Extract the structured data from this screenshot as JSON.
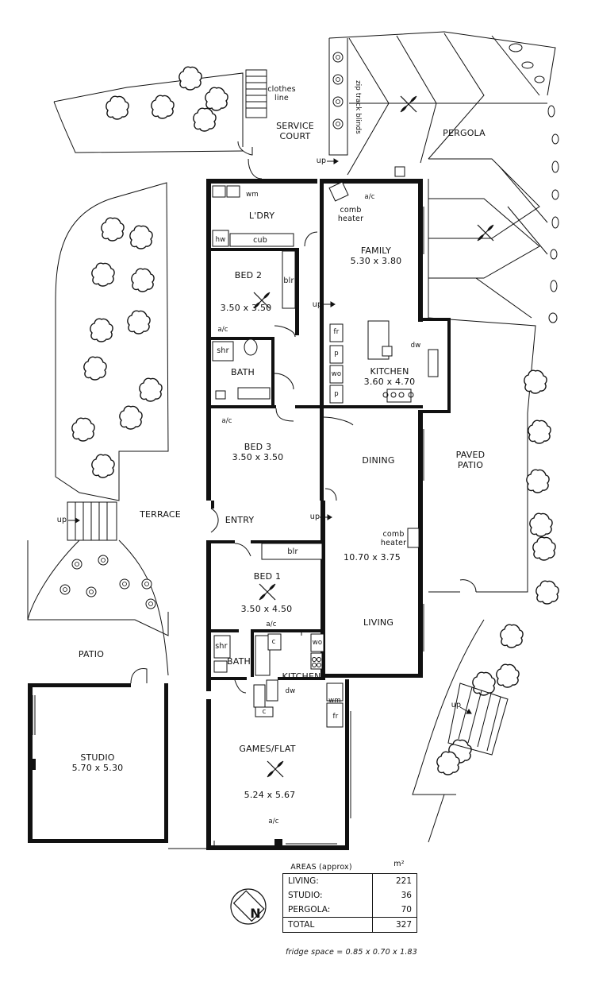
{
  "labels": {
    "clothes_line": [
      "clothes",
      "line"
    ],
    "service_court": [
      "SERVICE",
      "COURT"
    ],
    "zip_track_blinds": "zip track blinds",
    "pergola": "PERGOLA",
    "up": "up",
    "wm": "wm",
    "ac": "a/c",
    "comb_heater": [
      "comb",
      "heater"
    ],
    "laundry": "L'DRY",
    "hw": "hw",
    "cub": "cub",
    "family": "FAMILY",
    "family_dims": "5.30 x 3.80",
    "bed2": "BED 2",
    "bed2_dims": "3.50 x 3.50",
    "blr": "blr",
    "fr": "fr",
    "p": "p",
    "wo": "wo",
    "dw": "dw",
    "shr": "shr",
    "bath": "BATH",
    "kitchen": "KITCHEN",
    "kitchen_dims": "3.60 x 4.70",
    "bed3": "BED 3",
    "bed3_dims": "3.50 x 3.50",
    "dining": "DINING",
    "paved_patio": [
      "PAVED",
      "PATIO"
    ],
    "terrace": "TERRACE",
    "entry": "ENTRY",
    "living_dims": "10.70 x 3.75",
    "bed1": "BED 1",
    "bed1_dims": "3.50 x 4.50",
    "living": "LIVING",
    "c": "c",
    "patio": "PATIO",
    "studio": "STUDIO",
    "studio_dims": "5.70 x 5.30",
    "games": "GAMES/FLAT",
    "games_dims": "5.24 x 5.67"
  },
  "areas": {
    "heading": "AREAS (approx)",
    "unit": "m²",
    "rows": [
      {
        "label": "LIVING:",
        "value": "221"
      },
      {
        "label": "STUDIO:",
        "value": "36"
      },
      {
        "label": "PERGOLA:",
        "value": "70"
      }
    ],
    "total": {
      "label": "TOTAL",
      "value": "327"
    }
  },
  "fridge_note": "fridge space = 0.85 x 0.70 x 1.83",
  "compass_letter": "N"
}
